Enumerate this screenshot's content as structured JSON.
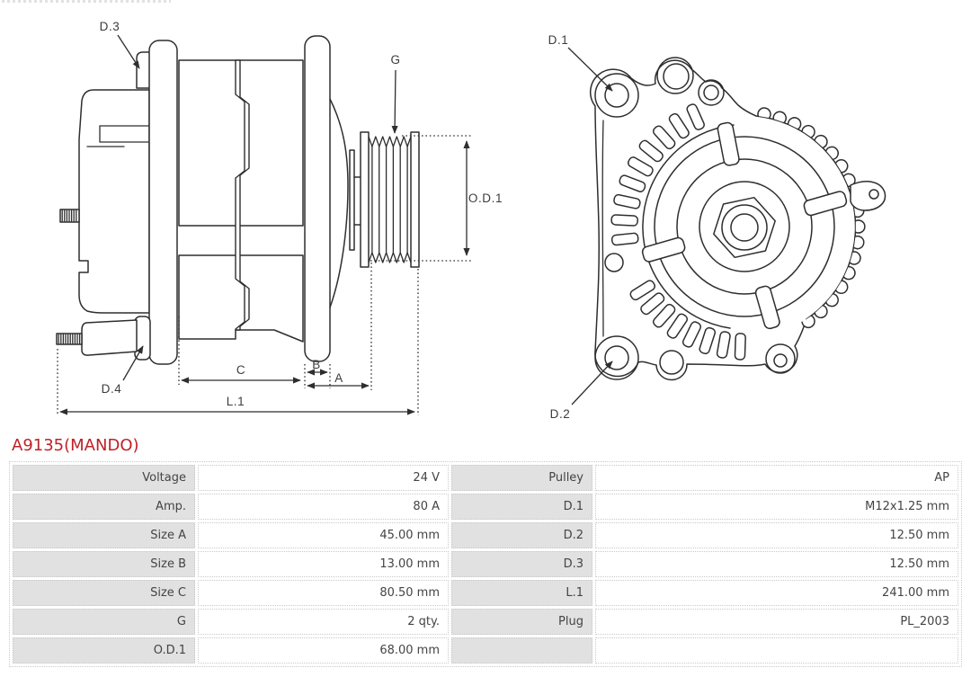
{
  "colors": {
    "accent_red": "#bf2126",
    "table_label_bg": "#e1e1e1",
    "table_border": "#c9c9c9",
    "table_text": "#444444",
    "line_color": "#2e2e2e"
  },
  "header": {
    "part_number": "A9135(MANDO)"
  },
  "diagram": {
    "side_view": {
      "label_d3": "D.3",
      "label_d4": "D.4",
      "label_g": "G",
      "label_od1": "O.D.1",
      "dim_c": "C",
      "dim_b": "B",
      "dim_a": "A",
      "dim_l1": "L.1"
    },
    "front_view": {
      "label_d1": "D.1",
      "label_d2": "D.2"
    }
  },
  "spec_table": {
    "rows": [
      {
        "label1": "Voltage",
        "value1": "24 V",
        "label2": "Pulley",
        "value2": "AP"
      },
      {
        "label1": "Amp.",
        "value1": "80 A",
        "label2": "D.1",
        "value2": "M12x1.25 mm"
      },
      {
        "label1": "Size A",
        "value1": "45.00 mm",
        "label2": "D.2",
        "value2": "12.50 mm"
      },
      {
        "label1": "Size B",
        "value1": "13.00 mm",
        "label2": "D.3",
        "value2": "12.50 mm"
      },
      {
        "label1": "Size C",
        "value1": "80.50 mm",
        "label2": "L.1",
        "value2": "241.00 mm"
      },
      {
        "label1": "G",
        "value1": "2 qty.",
        "label2": "Plug",
        "value2": "PL_2003"
      },
      {
        "label1": "O.D.1",
        "value1": "68.00 mm",
        "label2": "",
        "value2": ""
      }
    ]
  }
}
